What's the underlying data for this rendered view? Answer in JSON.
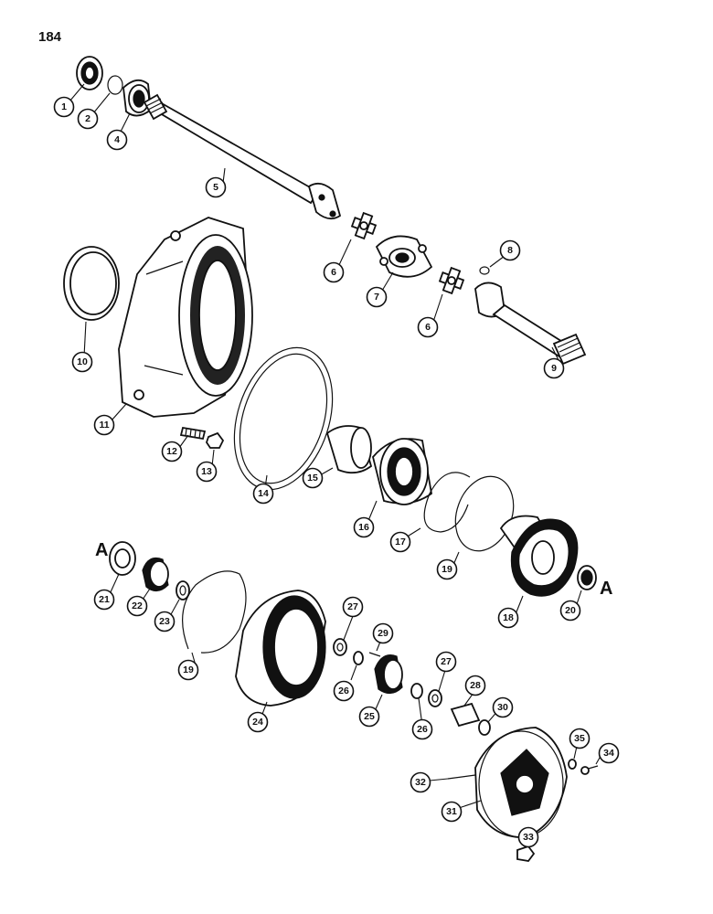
{
  "page_number": "184",
  "reference_marks": [
    "A",
    "A"
  ],
  "callouts": [
    "1",
    "2",
    "4",
    "5",
    "6",
    "7",
    "6",
    "8",
    "9",
    "10",
    "11",
    "12",
    "13",
    "14",
    "15",
    "16",
    "17",
    "19",
    "18",
    "20",
    "21",
    "22",
    "23",
    "19",
    "24",
    "27",
    "29",
    "26",
    "25",
    "26",
    "27",
    "28",
    "30",
    "35",
    "34",
    "32",
    "31",
    "33"
  ]
}
